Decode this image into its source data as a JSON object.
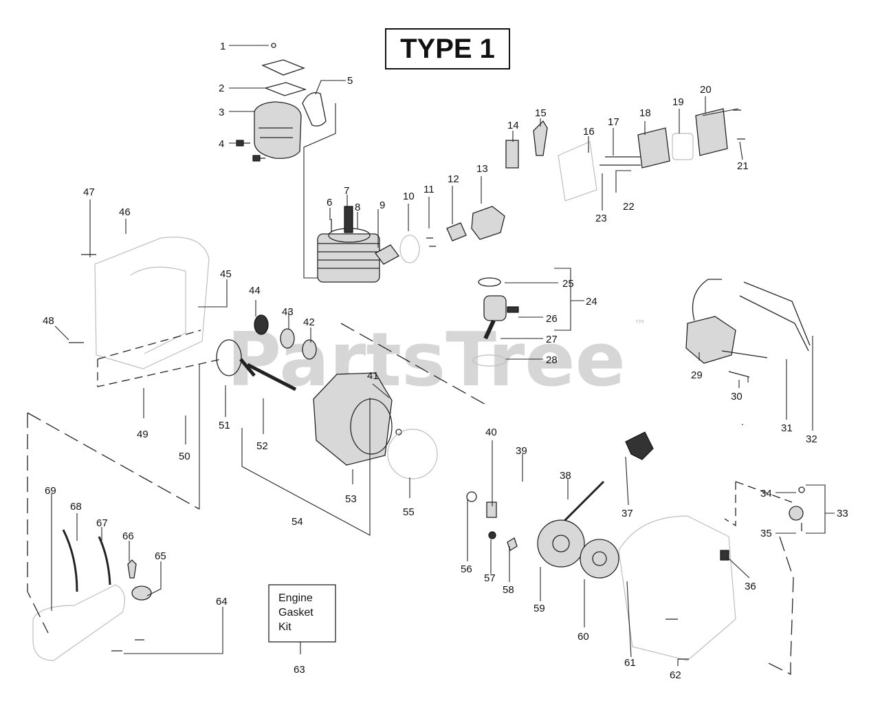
{
  "title": "TYPE 1",
  "watermark": "PartsTree",
  "watermark_tm": "™",
  "kit_box": {
    "line1": "Engine",
    "line2": "Gasket",
    "line3": "Kit"
  },
  "labels": {
    "p1": "1",
    "p2": "2",
    "p3": "3",
    "p4": "4",
    "p5": "5",
    "p6": "6",
    "p7": "7",
    "p8": "8",
    "p9": "9",
    "p10": "10",
    "p11": "11",
    "p12": "12",
    "p13": "13",
    "p14": "14",
    "p15": "15",
    "p16": "16",
    "p17": "17",
    "p18": "18",
    "p19": "19",
    "p20": "20",
    "p21": "21",
    "p22": "22",
    "p23": "23",
    "p24": "24",
    "p25": "25",
    "p26": "26",
    "p27": "27",
    "p28": "28",
    "p29": "29",
    "p30": "30",
    "p31": "31",
    "p32": "32",
    "p33": "33",
    "p34": "34",
    "p35": "35",
    "p36": "36",
    "p37": "37",
    "p38": "38",
    "p39": "39",
    "p40": "40",
    "p41": "41",
    "p42": "42",
    "p43": "43",
    "p44": "44",
    "p45": "45",
    "p46": "46",
    "p47": "47",
    "p48": "48",
    "p49": "49",
    "p50": "50",
    "p51": "51",
    "p52": "52",
    "p53": "53",
    "p54": "54",
    "p55": "55",
    "p56": "56",
    "p57": "57",
    "p58": "58",
    "p59": "59",
    "p60": "60",
    "p61": "61",
    "p62": "62",
    "p63": "63",
    "p64": "64",
    "p65": "65",
    "p66": "66",
    "p67": "67",
    "p68": "68",
    "p69": "69"
  }
}
